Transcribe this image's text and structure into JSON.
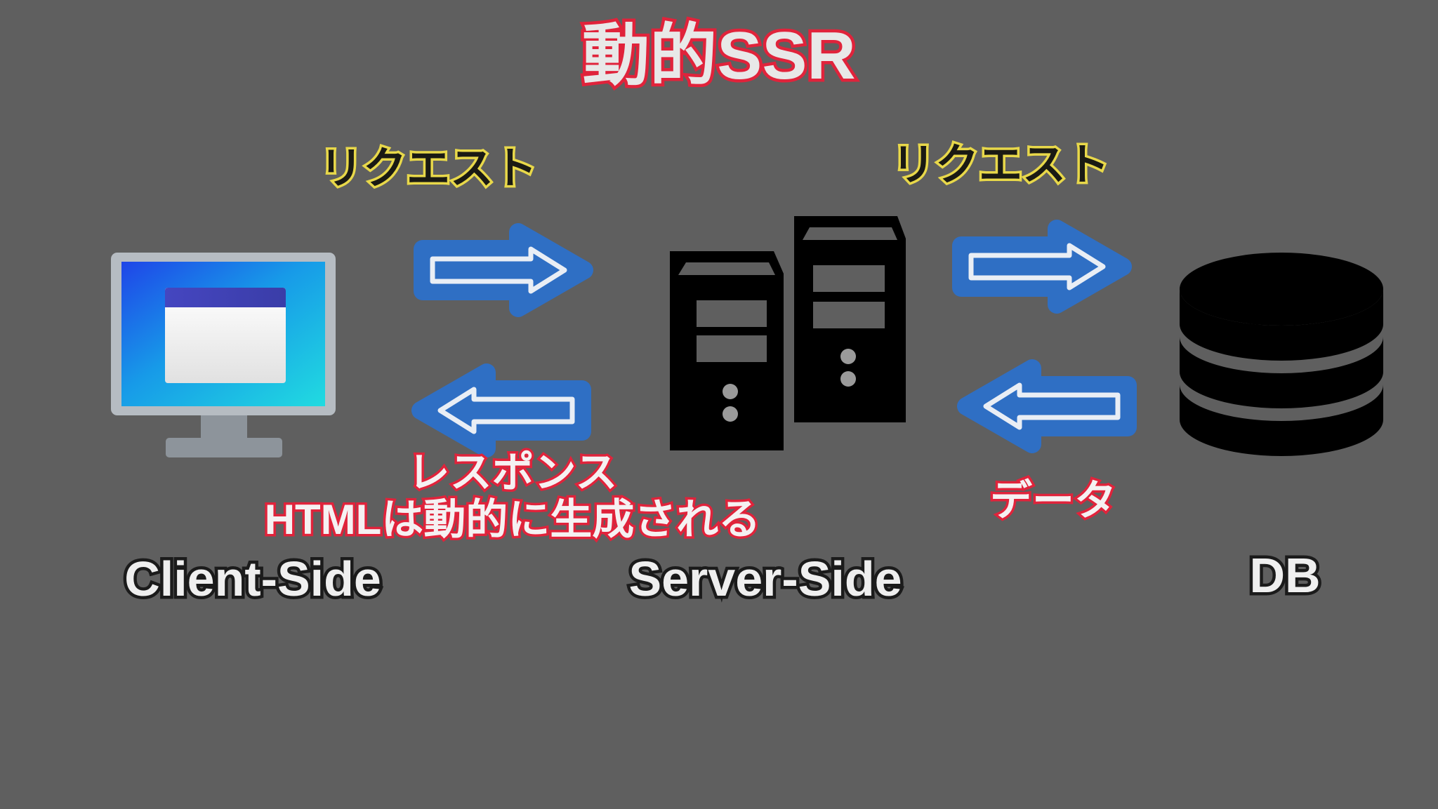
{
  "background_color": "#5f5f5f",
  "title": {
    "text": "動的SSR",
    "fill_color": "#e8e8e8",
    "stroke_color": "#e0233b"
  },
  "flow_labels": {
    "request_client_to_server": "リクエスト",
    "request_server_to_db": "リクエスト",
    "response_line1": "レスポンス",
    "response_line2": "HTMLは動的に生成される",
    "data_from_db": "データ",
    "yellow_stroke_color": "#e8d84a",
    "yellow_fill_color": "#1a1a14",
    "red_stroke_color": "#e0233b",
    "red_fill_color": "#f5f1f2"
  },
  "nodes": [
    {
      "id": "client",
      "label": "Client-Side",
      "icon": "monitor-icon",
      "label_fill_color": "#efefef",
      "label_stroke_color": "#1b1b1b"
    },
    {
      "id": "server",
      "label": "Server-Side",
      "icon": "server-towers-icon",
      "label_fill_color": "#efefef",
      "label_stroke_color": "#1b1b1b"
    },
    {
      "id": "db",
      "label": "DB",
      "icon": "database-cylinder-icon",
      "label_fill_color": "#efefef",
      "label_stroke_color": "#1b1b1b"
    }
  ],
  "arrows": [
    {
      "id": "request-right-1",
      "direction": "right",
      "fill_color": "#2f6fc4",
      "inner_stroke_color": "#e9eef5"
    },
    {
      "id": "response-left-1",
      "direction": "left",
      "fill_color": "#2f6fc4",
      "inner_stroke_color": "#e9eef5"
    },
    {
      "id": "request-right-2",
      "direction": "right",
      "fill_color": "#2f6fc4",
      "inner_stroke_color": "#e9eef5"
    },
    {
      "id": "data-left-2",
      "direction": "left",
      "fill_color": "#2f6fc4",
      "inner_stroke_color": "#e9eef5"
    }
  ],
  "icon_colors": {
    "monitor_bezel": "#b6bcc2",
    "monitor_stand": "#8d949b",
    "monitor_screen_from": "#1f45e8",
    "monitor_screen_to": "#21dbe0",
    "window_titlebar": "#3b3fb0",
    "window_body": "#f2f2f2",
    "server_body": "#000000",
    "server_slot": "#5f5f5f",
    "db_body": "#000000",
    "db_gap": "#5f5f5f"
  }
}
